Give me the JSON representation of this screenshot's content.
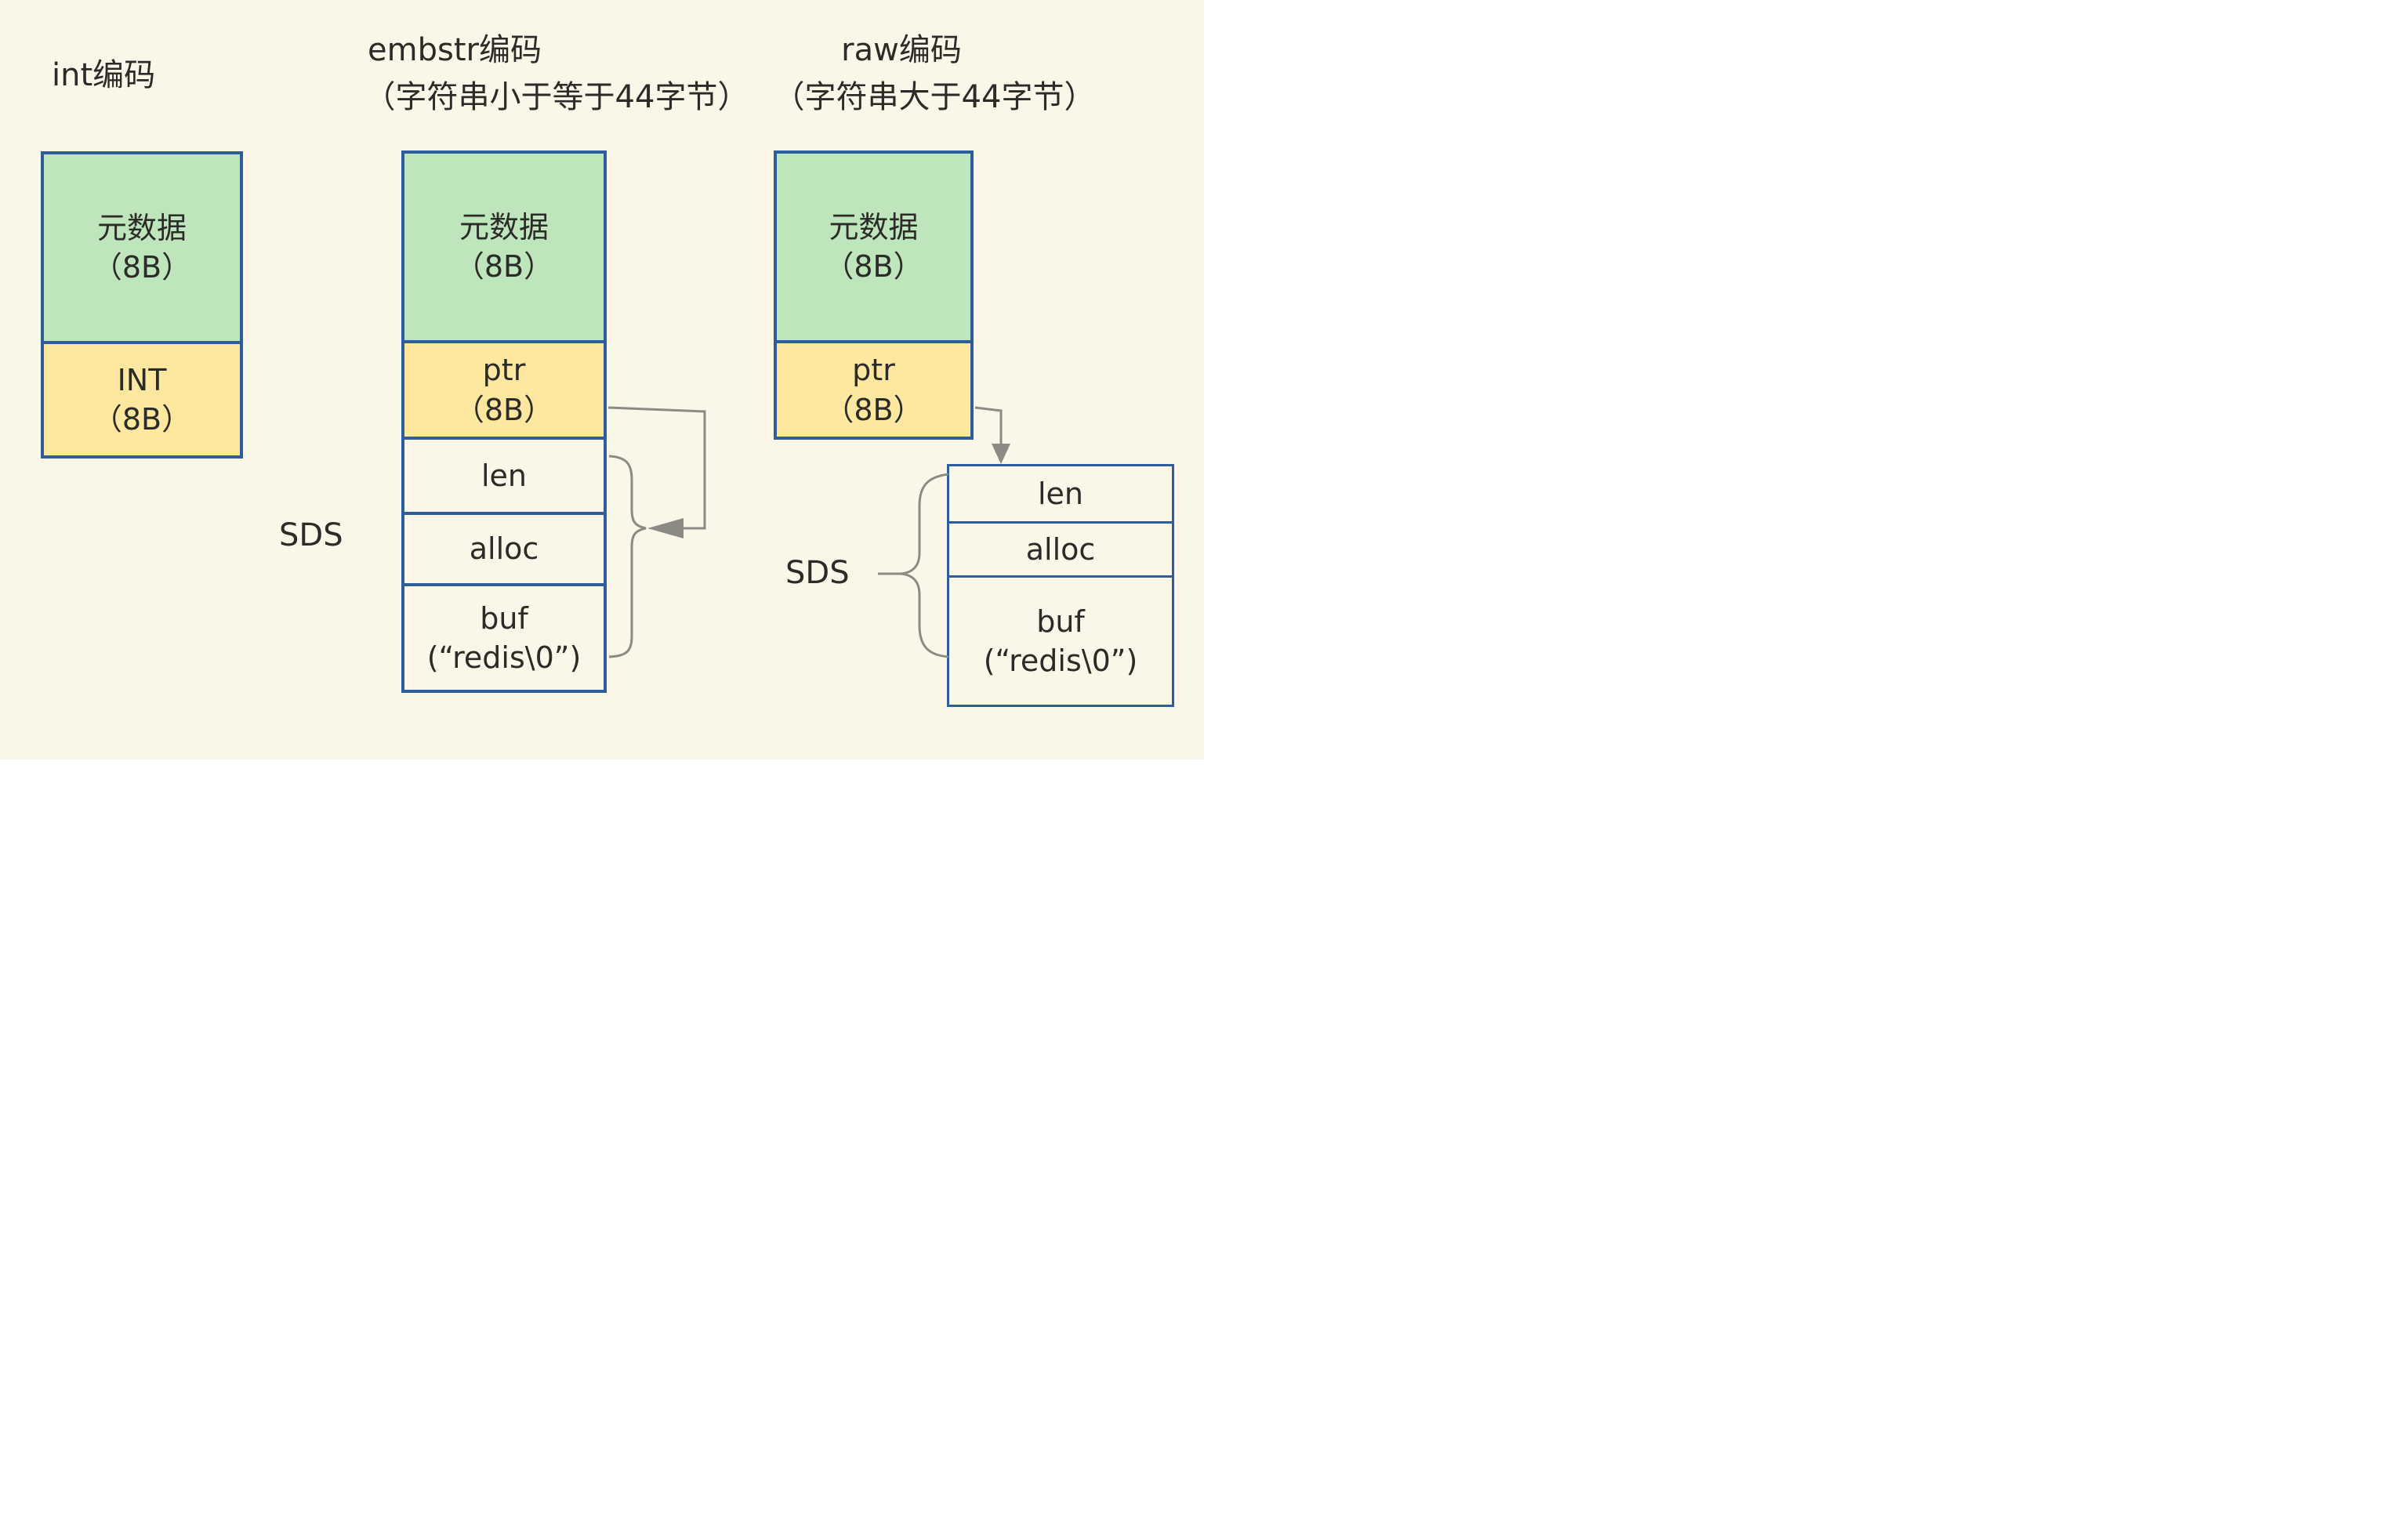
{
  "titles": {
    "int": "int编码",
    "embstr_line1": "embstr编码",
    "embstr_line2": "（字符串小于等于44字节）",
    "raw_line1": "raw编码",
    "raw_line2": "（字符串大于44字节）"
  },
  "int_column": {
    "meta_line1": "元数据",
    "meta_line2": "（8B）",
    "int_line1": "INT",
    "int_line2": "（8B）"
  },
  "embstr_column": {
    "meta_line1": "元数据",
    "meta_line2": "（8B）",
    "ptr_line1": "ptr",
    "ptr_line2": "（8B）",
    "sds_label": "SDS",
    "len": "len",
    "alloc": "alloc",
    "buf_line1": "buf",
    "buf_line2": "(“redis\\0”)"
  },
  "raw_column": {
    "meta_line1": "元数据",
    "meta_line2": "（8B）",
    "ptr_line1": "ptr",
    "ptr_line2": "（8B）",
    "sds_label": "SDS",
    "len": "len",
    "alloc": "alloc",
    "buf_line1": "buf",
    "buf_line2": "(“redis\\0”)"
  },
  "palette": {
    "background": "#FAF6E8",
    "metadata_fill": "#BFE5BD",
    "pointer_fill": "#FEE79E",
    "box_border": "#2E5D9C",
    "connector_gray": "#8B8B84",
    "text": "#2B2B27"
  }
}
